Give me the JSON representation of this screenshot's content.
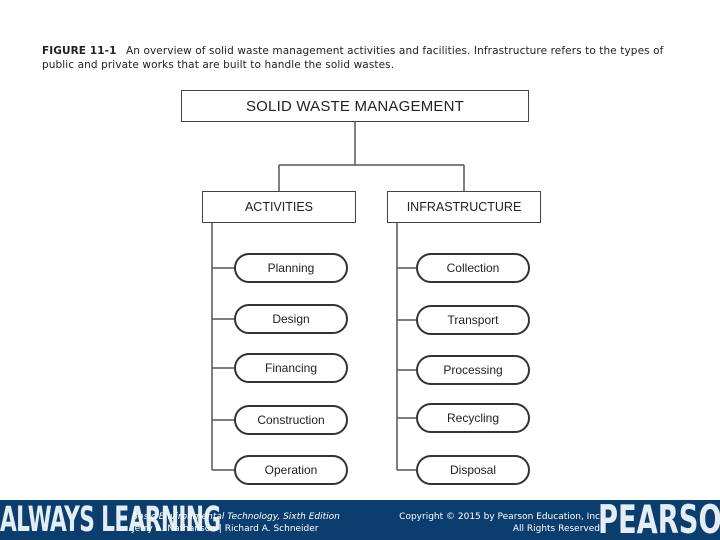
{
  "caption": {
    "label": "FIGURE 11-1",
    "text": "An overview of solid waste management activities and facilities. Infrastructure refers to the types of public and private works that are built to handle the solid wastes."
  },
  "diagram": {
    "root": "SOLID WASTE MANAGEMENT",
    "activities": {
      "heading": "ACTIVITIES",
      "items": [
        "Planning",
        "Design",
        "Financing",
        "Construction",
        "Operation"
      ]
    },
    "infrastructure": {
      "heading": "INFRASTRUCTURE",
      "items": [
        "Collection",
        "Transport",
        "Processing",
        "Recycling",
        "Disposal"
      ]
    }
  },
  "footer": {
    "brand_left": "ALWAYS LEARNING",
    "book_title": "Basic Environmental Technology, Sixth Edition",
    "authors": "Jerry A. Nathanson | Richard A. Schneider",
    "copyright": "Copyright © 2015 by Pearson Education, Inc",
    "rights": "All Rights Reserved",
    "brand_right": "PEARSON",
    "colors": {
      "band": "#0b3e6e",
      "text": "#ffffff"
    }
  }
}
